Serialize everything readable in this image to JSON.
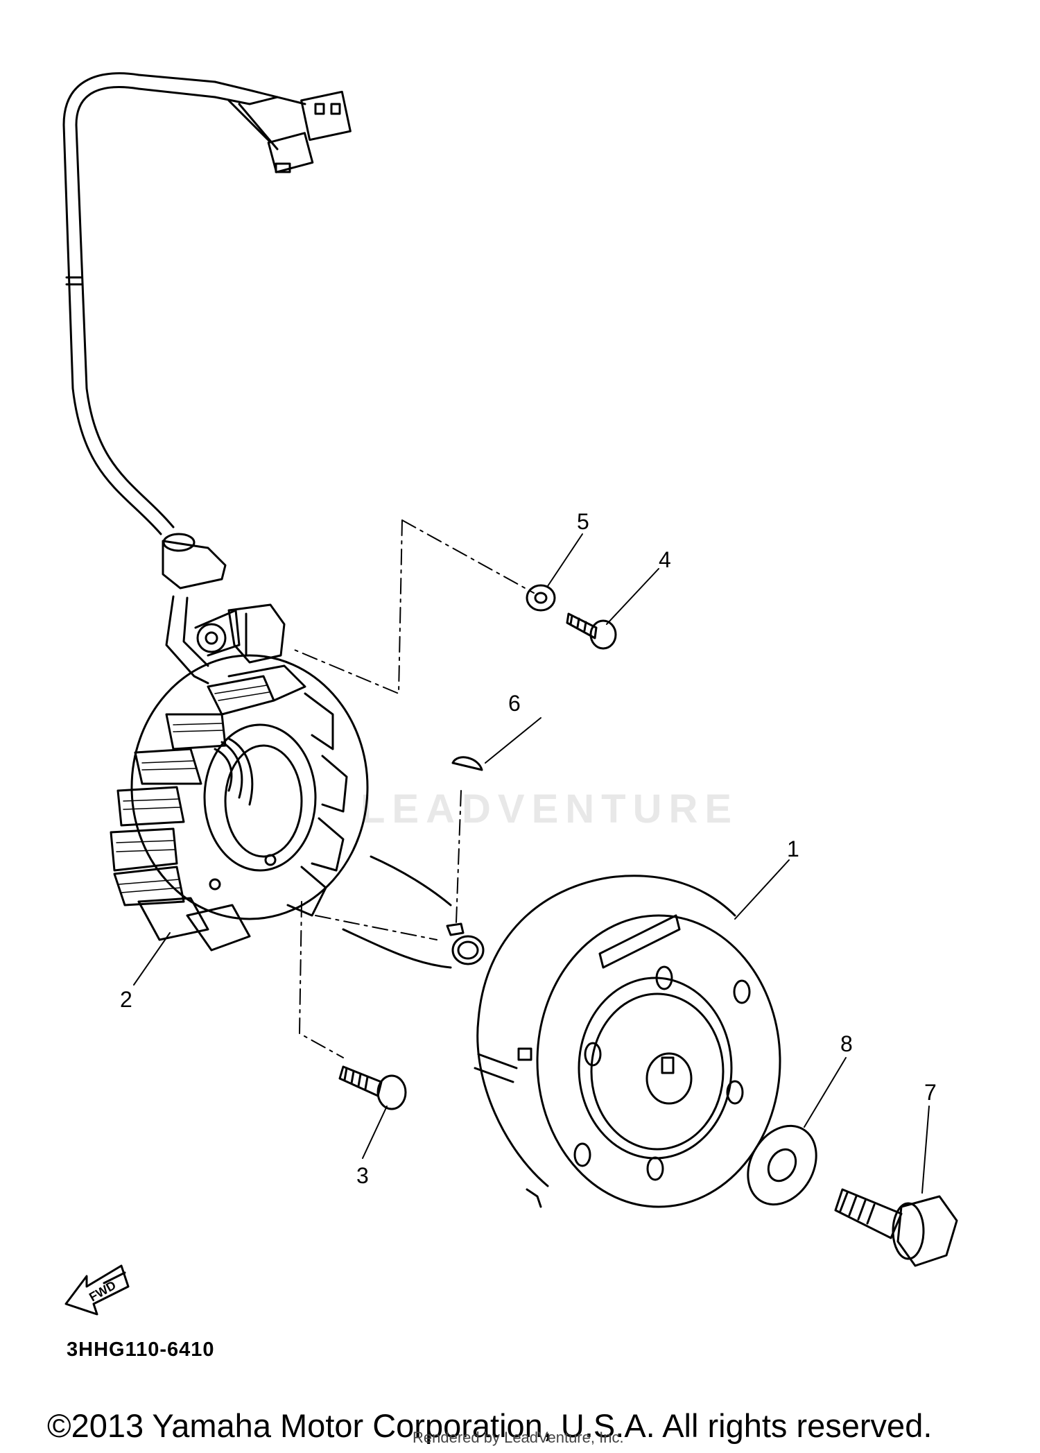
{
  "diagram": {
    "drawing_code": "3HHG110-6410",
    "fwd_label": "FWD",
    "parts": [
      {
        "id": "1",
        "label": "1"
      },
      {
        "id": "2",
        "label": "2"
      },
      {
        "id": "3",
        "label": "3"
      },
      {
        "id": "4",
        "label": "4"
      },
      {
        "id": "5",
        "label": "5"
      },
      {
        "id": "6",
        "label": "6"
      },
      {
        "id": "7",
        "label": "7"
      },
      {
        "id": "8",
        "label": "8"
      }
    ]
  },
  "watermark": {
    "text": "LEADVENTURE"
  },
  "footer": {
    "copyright": "©2013 Yamaha Motor Corporation, U.S.A. All rights reserved.",
    "rendered_by": "Rendered by LeadVenture, Inc."
  }
}
